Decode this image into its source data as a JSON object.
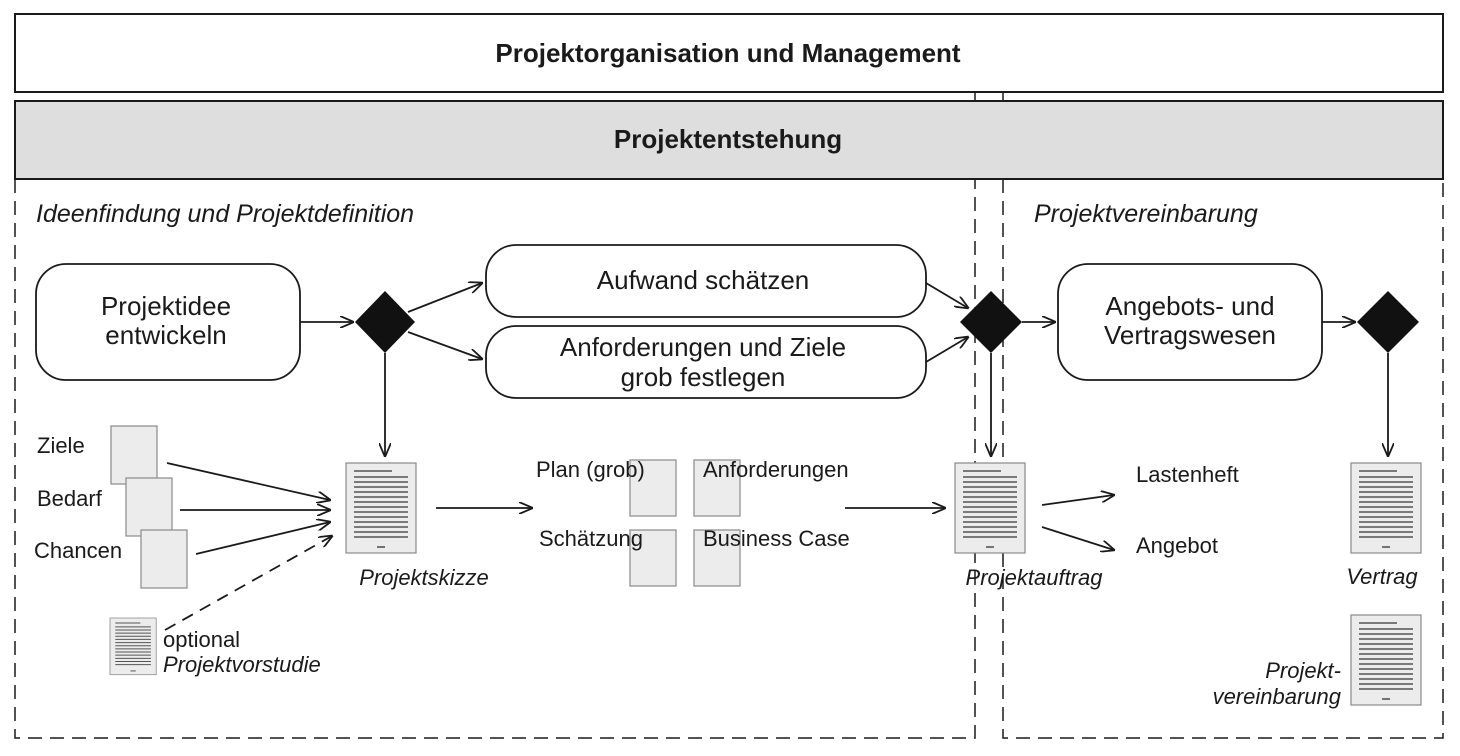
{
  "header": {
    "top_title": "Projektorganisation und Management",
    "phase_title": "Projektentstehung"
  },
  "sections": {
    "left_title": "Ideenfindung und Projektdefinition",
    "right_title": "Projektvereinbarung"
  },
  "activities": {
    "idea": [
      "Projektidee",
      "entwickeln"
    ],
    "effort": "Aufwand schätzen",
    "requirements": [
      "Anforderungen und Ziele",
      "grob festlegen"
    ],
    "offer": [
      "Angebots- und",
      "Vertragswesen"
    ]
  },
  "inputs": {
    "goals": "Ziele",
    "demand": "Bedarf",
    "chances": "Chancen",
    "optional": "optional",
    "prestudy": "Projektvorstudie"
  },
  "artifacts": {
    "sketch": "Projektskizze",
    "plan": "Plan (grob)",
    "requirements_doc": "Anforderungen",
    "estimate": "Schätzung",
    "business_case": "Business Case",
    "order": "Projektauftrag",
    "specification": "Lastenheft",
    "quote": "Angebot",
    "contract": "Vertrag",
    "agreement": [
      "Projekt-",
      "vereinbarung"
    ]
  },
  "colors": {
    "stroke": "#1a1a1a",
    "phase_band": "#dedede",
    "doc_fill": "#ececec",
    "doc_lines": "#555555",
    "diamond": "#111111"
  }
}
